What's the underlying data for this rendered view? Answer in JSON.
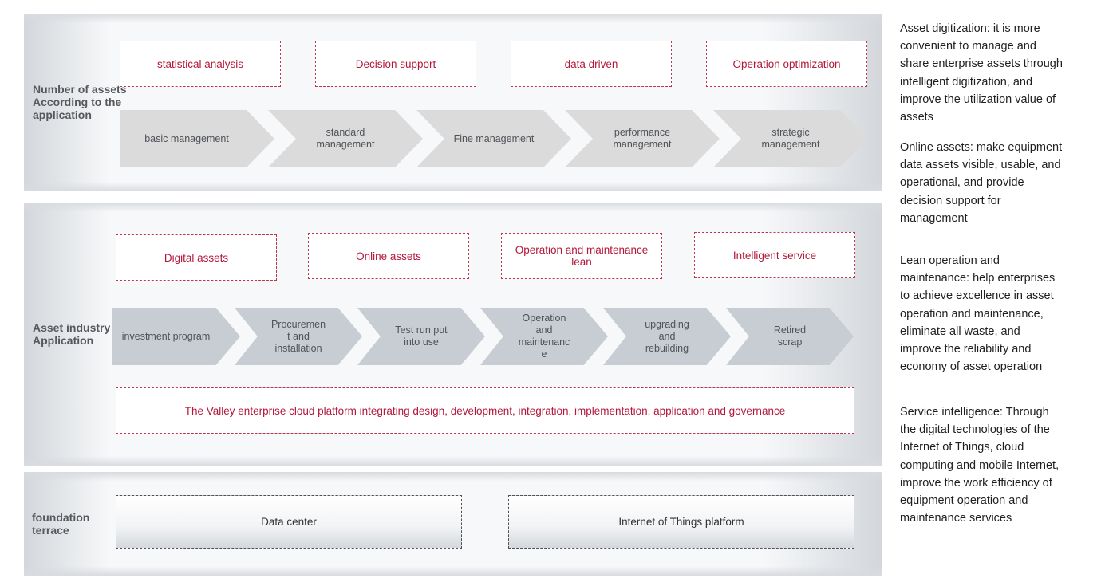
{
  "layers": {
    "top": {
      "label": "Number of assets\nAccording to the\napplication",
      "boxes": [
        "statistical analysis",
        "Decision support",
        "data driven",
        "Operation optimization"
      ],
      "chevrons": [
        "basic management",
        "standard\nmanagement",
        "Fine management",
        "performance\nmanagement",
        "strategic\nmanagement"
      ]
    },
    "middle": {
      "label": "Asset industry\nApplication",
      "boxes": [
        "Digital assets",
        "Online assets",
        "Operation and maintenance lean",
        "Intelligent service"
      ],
      "chevrons": [
        "investment program",
        "Procuremen\nt and\ninstallation",
        "Test run put\ninto use",
        "Operation\nand\nmaintenanc\ne",
        "upgrading\nand\nrebuilding",
        "Retired\nscrap"
      ],
      "platform": "The Valley enterprise cloud platform integrating design, development, integration, implementation, application and governance"
    },
    "bottom": {
      "label": "foundation\nterrace",
      "boxes": [
        "Data center",
        "Internet of Things platform"
      ]
    }
  },
  "descriptions": [
    "Asset digitization: it is more convenient to manage and share enterprise assets through intelligent digitization, and improve the utilization value of assets",
    "Online assets: make equipment data assets visible, usable, and operational, and provide decision support for management",
    "Lean operation and maintenance: help enterprises to achieve excellence in asset operation and maintenance, eliminate all waste, and improve the reliability and economy of asset operation",
    "Service intelligence: Through the digital technologies of the Internet of Things, cloud computing and mobile Internet, improve the work efficiency of equipment operation and maintenance services"
  ],
  "colors": {
    "accent": "#b3173a",
    "chevron_top": "#dbdbdb",
    "chevron_middle": "#c7cdd2",
    "band": "#f7f8fa"
  }
}
